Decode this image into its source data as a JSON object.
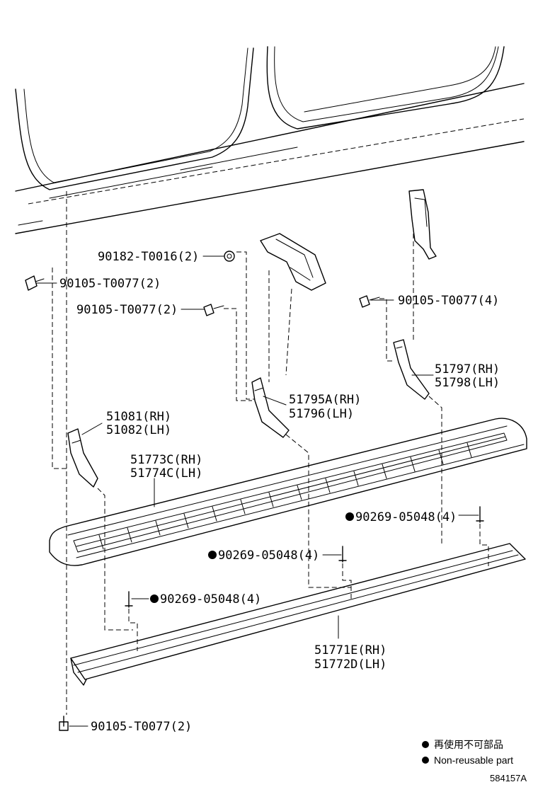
{
  "labels": {
    "clip_top": "90182-T0016(2)",
    "bolt_left_upper": "90105-T0077(2)",
    "bolt_mid": "90105-T0077(2)",
    "bolt_right": "90105-T0077(4)",
    "bracket_rear_rh": "51797(RH)",
    "bracket_rear_lh": "51798(LH)",
    "bracket_mid_rh": "51795A(RH)",
    "bracket_mid_lh": "51796(LH)",
    "bracket_front_rh": "51081(RH)",
    "bracket_front_lh": "51082(LH)",
    "step_rh": "51773C(RH)",
    "step_lh": "51774C(LH)",
    "screw_right": "90269-05048(4)",
    "screw_mid": "90269-05048(4)",
    "screw_left": "90269-05048(4)",
    "rail_rh": "51771E(RH)",
    "rail_lh": "51772D(LH)",
    "bolt_bottom": "90105-T0077(2)"
  },
  "legend": {
    "non_reusable_jp": "再使用不可部品",
    "non_reusable_en": "Non-reusable part"
  },
  "diagram_code": "584157A"
}
